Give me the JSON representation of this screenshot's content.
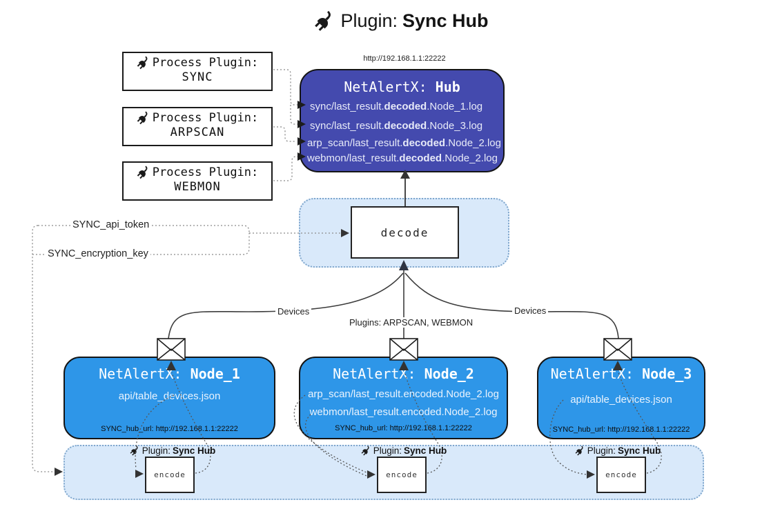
{
  "title": {
    "prefix": "Plugin: ",
    "bold": "Sync Hub"
  },
  "process_plugins": [
    {
      "label": "Process Plugin:",
      "name": "SYNC"
    },
    {
      "label": "Process Plugin:",
      "name": "ARPSCAN"
    },
    {
      "label": "Process Plugin:",
      "name": "WEBMON"
    }
  ],
  "hub": {
    "url": "http://192.168.1.1:22222",
    "title_prefix": "NetAlertX: ",
    "title_bold": "Hub",
    "lines": [
      {
        "pre": "sync/last_result.",
        "bold": "decoded",
        "post": ".Node_1.log"
      },
      {
        "pre": "sync/last_result.",
        "bold": "decoded",
        "post": ".Node_3.log"
      },
      {
        "pre": "arp_scan/last_result.",
        "bold": "decoded",
        "post": ".Node_2.log"
      },
      {
        "pre": "webmon/last_result.",
        "bold": "decoded",
        "post": ".Node_2.log"
      }
    ]
  },
  "decode_label": "decode",
  "config": {
    "api_token": "SYNC_api_token",
    "encryption_key": "SYNC_encryption_key"
  },
  "edge_labels": {
    "devices_left": "Devices",
    "plugins_mid": "Plugins: ARPSCAN, WEBMON",
    "devices_right": "Devices"
  },
  "nodes": [
    {
      "title_prefix": "NetAlertX: ",
      "title_bold": "Node_1",
      "lines": [
        "api/table_devices.json"
      ],
      "hub_url": "SYNC_hub_url: http://192.168.1.1:22222"
    },
    {
      "title_prefix": "NetAlertX: ",
      "title_bold": "Node_2",
      "lines": [
        "arp_scan/last_result.encoded.Node_2.log",
        "webmon/last_result.encoded.Node_2.log"
      ],
      "hub_url": "SYNC_hub_url: http://192.168.1.1:22222"
    },
    {
      "title_prefix": "NetAlertX: ",
      "title_bold": "Node_3",
      "lines": [
        "api/table_devices.json"
      ],
      "hub_url": "SYNC_hub_url: http://192.168.1.1:22222"
    }
  ],
  "encode_band": {
    "plugin_prefix": "Plugin: ",
    "plugin_bold": "Sync Hub",
    "encode_label": "encode"
  },
  "colors": {
    "hub_fill": "#444AAE",
    "node_fill": "#2E96E8",
    "panel_fill": "#D9E9FA",
    "panel_border": "#7FA6CC"
  }
}
